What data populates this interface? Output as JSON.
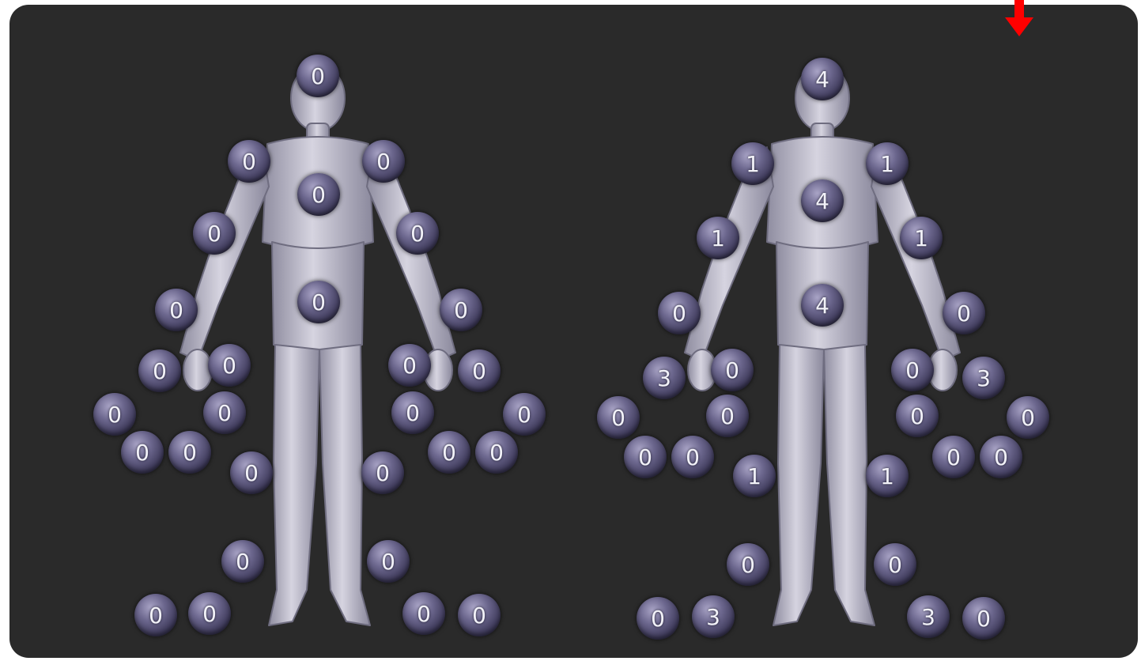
{
  "figures": [
    {
      "name": "left",
      "joints": {
        "head": "0",
        "shoulder_r": "0",
        "shoulder_l": "0",
        "chest": "0",
        "abdomen": "0",
        "elbow_r": "0",
        "elbow_l": "0",
        "wrist_r": "0",
        "wrist_l": "0",
        "hand_r": "0",
        "hand_l": "0",
        "thumb_r": "0",
        "thumb_l": "0",
        "index_r": "0",
        "index_l": "0",
        "finger_r1": "0",
        "finger_r2": "0",
        "finger_r3": "0",
        "finger_l1": "0",
        "finger_l2": "0",
        "finger_l3": "0",
        "knee_r": "0",
        "knee_l": "0",
        "ankle_r": "0",
        "ankle_l": "0",
        "toe_r1": "0",
        "toe_r2": "0",
        "toe_l1": "0",
        "toe_l2": "0"
      }
    },
    {
      "name": "right",
      "joints": {
        "head": "4",
        "shoulder_r": "1",
        "shoulder_l": "1",
        "chest": "4",
        "abdomen": "4",
        "elbow_r": "1",
        "elbow_l": "1",
        "wrist_r": "0",
        "wrist_l": "0",
        "hand_r": "3",
        "hand_l": "3",
        "thumb_r": "0",
        "thumb_l": "0",
        "index_r": "0",
        "index_l": "0",
        "finger_r1": "0",
        "finger_r2": "0",
        "finger_r3": "0",
        "finger_l1": "0",
        "finger_l2": "0",
        "finger_l3": "0",
        "knee_r": "1",
        "knee_l": "1",
        "ankle_r": "0",
        "ankle_l": "0",
        "toe_r1": "0",
        "toe_r2": "3",
        "toe_l1": "3",
        "toe_l2": "0"
      }
    }
  ],
  "colors": {
    "panel_background": "#2a2a2a",
    "joint_sphere": "#5e5a80",
    "body": "#b9b7c6",
    "marker": "#ff0000"
  },
  "icons": {
    "marker": "red-down-arrow-icon"
  }
}
